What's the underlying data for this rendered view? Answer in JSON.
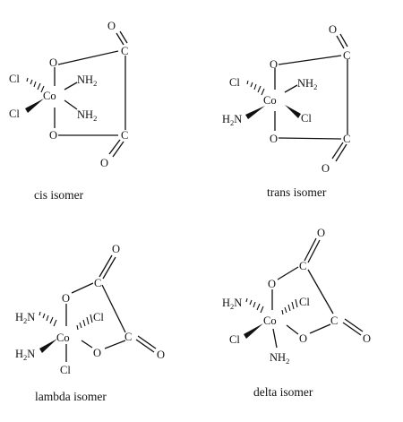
{
  "structures": [
    {
      "caption": "cis isomer",
      "atoms": {
        "co": "Co",
        "o_top": "O",
        "o_bot": "O",
        "c_top": "C",
        "c_bot": "C",
        "ox_top": "O",
        "ox_bot": "O",
        "cl_up": "Cl",
        "cl_low": "Cl",
        "nh2_up": "NH",
        "nh2_low": "NH"
      },
      "sub": "2"
    },
    {
      "caption": "trans isomer",
      "atoms": {
        "co": "Co",
        "o_top": "O",
        "o_bot": "O",
        "c_top": "C",
        "c_bot": "C",
        "ox_top": "O",
        "ox_bot": "O",
        "cl_up": "Cl",
        "cl_low": "Cl",
        "nh2_up": "NH",
        "h2n_low": "H",
        "h2n_low_n": "N"
      },
      "sub": "2"
    },
    {
      "caption": "lambda isomer",
      "atoms": {
        "co": "Co",
        "o_top": "O",
        "o_right": "O",
        "c_top": "C",
        "c_right": "C",
        "ox_top": "O",
        "ox_right": "O",
        "cl_right": "Cl",
        "cl_bot": "Cl",
        "h2n_up": "H",
        "h2n_up_n": "N",
        "h2n_low": "H",
        "h2n_low_n": "N"
      },
      "sub": "2"
    },
    {
      "caption": "delta isomer",
      "atoms": {
        "co": "Co",
        "o_top": "O",
        "o_right": "O",
        "c_top": "C",
        "c_right": "C",
        "ox_top": "O",
        "ox_right": "O",
        "cl_up": "Cl",
        "cl_left": "Cl",
        "h2n_up": "H",
        "h2n_up_n": "N",
        "nh2_bot": "NH"
      },
      "sub": "2"
    }
  ]
}
